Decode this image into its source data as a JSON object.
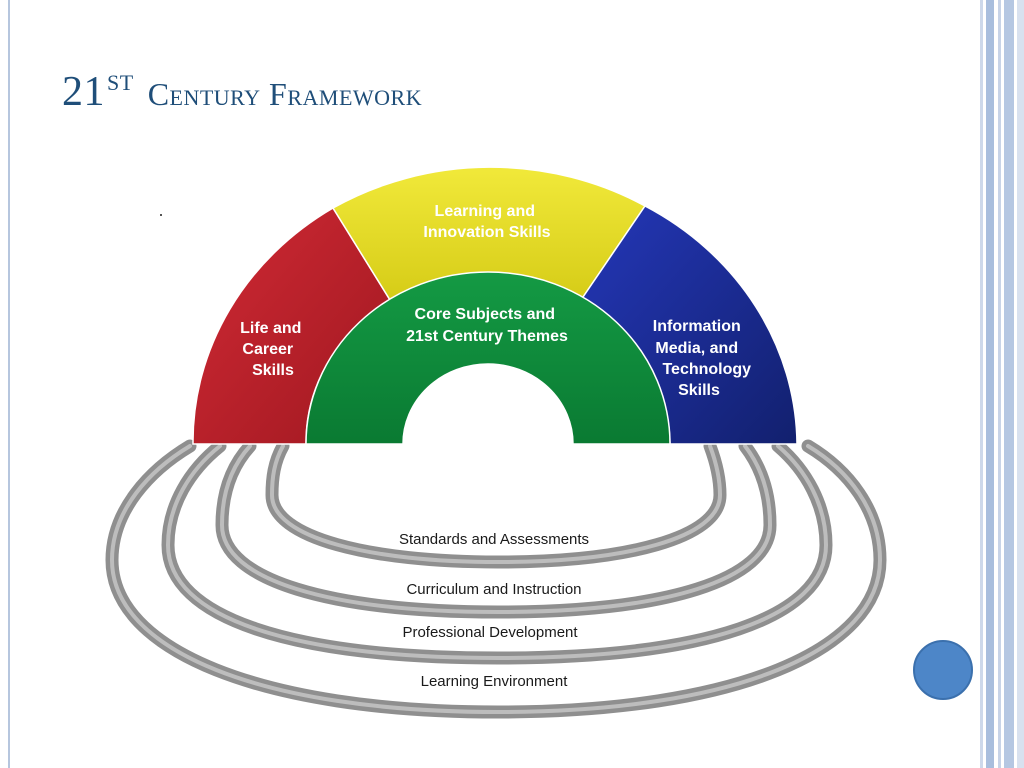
{
  "title": {
    "number": "21",
    "superscript": "ST",
    "words": "Century Framework"
  },
  "segments": {
    "life_career": [
      "Life and",
      "Career",
      "Skills"
    ],
    "learning_innovation": [
      "Learning and",
      "Innovation Skills"
    ],
    "information_media": [
      "Information",
      "Media, and",
      "Technology",
      "Skills"
    ],
    "core_subjects": [
      "Core Subjects and",
      "21st Century Themes"
    ]
  },
  "support_systems": {
    "standards": "Standards and Assessments",
    "curriculum": "Curriculum and Instruction",
    "professional": "Professional Development",
    "environment": "Learning Environment"
  },
  "colors": {
    "title": "#1f4e79",
    "red": "#c0222d",
    "yellow": "#e6df22",
    "blue": "#1b2d9a",
    "green": "#0f8f3c",
    "gray_ring": "#8f8f8f",
    "nav_dot": "#4d86c8"
  }
}
